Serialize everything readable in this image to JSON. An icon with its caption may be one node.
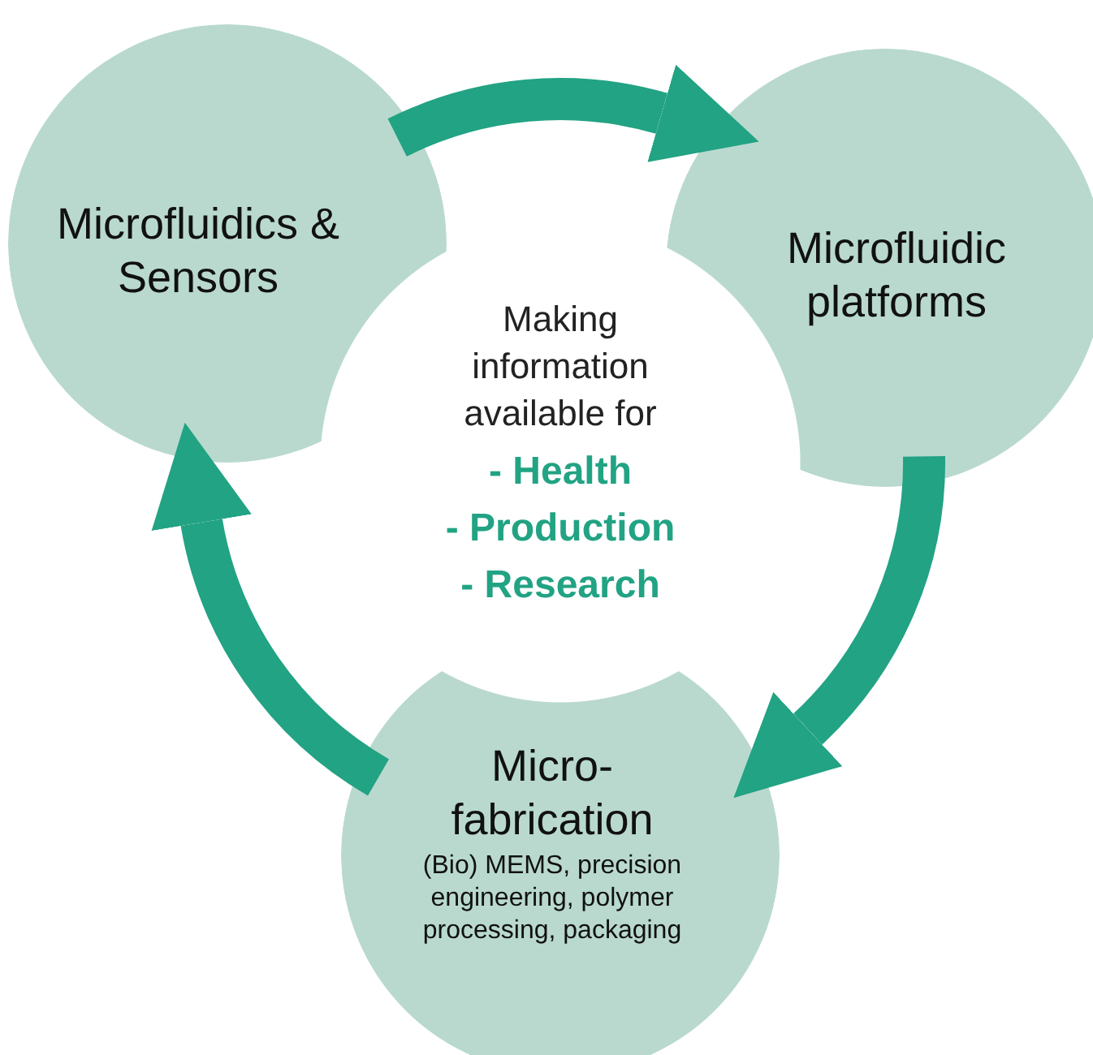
{
  "diagram": {
    "nodes": [
      {
        "text": [
          "Microfluidics & Sensors"
        ]
      },
      {
        "text": [
          "Microfluidic platforms"
        ]
      },
      {
        "text": [
          "Micro- fabrication",
          "(Bio) MEMS, precision engineering, polymer processing, packaging"
        ]
      },
      {
        "text": [
          "Making information available for",
          "- Health",
          "- Production",
          "- Research"
        ]
      }
    ],
    "edges": [
      {
        "from": 0,
        "to": 1,
        "arrow": "to"
      },
      {
        "from": 1,
        "to": 2,
        "arrow": "to"
      },
      {
        "from": 2,
        "to": 0,
        "arrow": "to"
      }
    ]
  }
}
